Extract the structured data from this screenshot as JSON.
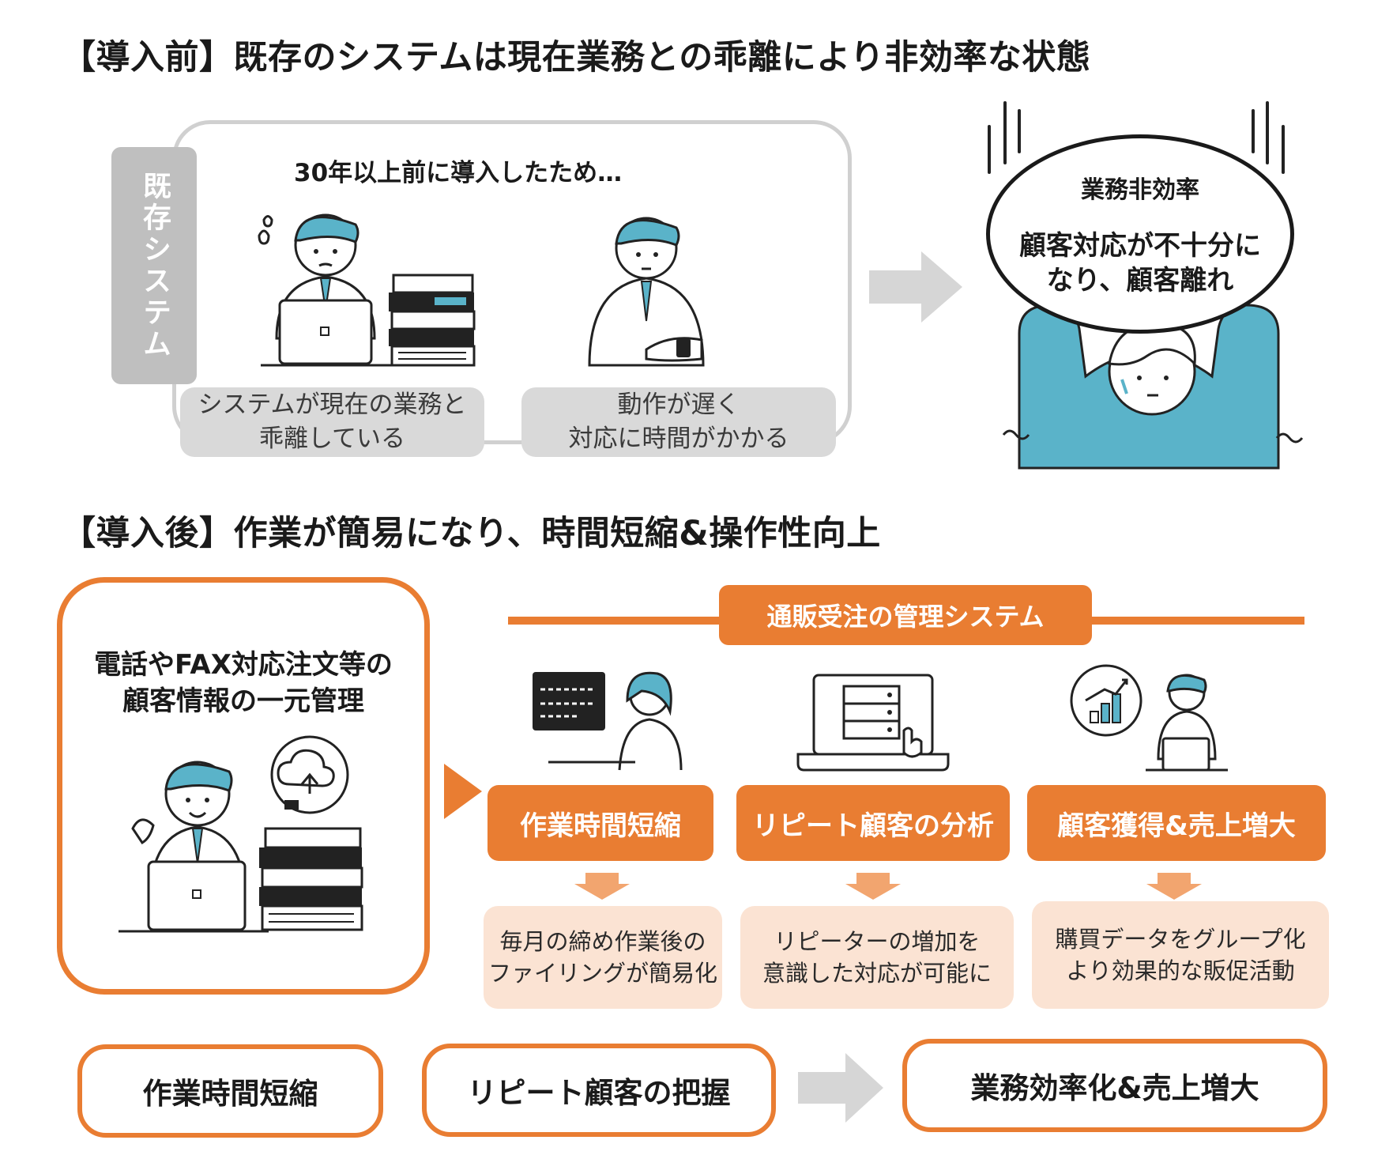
{
  "before": {
    "title": "【導入前】既存のシステムは現在業務との乖離により非効率な状態",
    "side_label": "既存システム",
    "caption": "30年以上前に導入したため…",
    "issues": [
      {
        "line1": "システムが現在の業務と",
        "line2": "乖離している"
      },
      {
        "line1": "動作が遅く",
        "line2": "対応に時間がかかる"
      }
    ],
    "result": {
      "heading": "業務非効率",
      "line1": "顧客対応が不十分に",
      "line2": "なり、顧客離れ"
    }
  },
  "after": {
    "title": "【導入後】作業が簡易になり、時間短縮&操作性向上",
    "left": {
      "line1": "電話やFAX対応注文等の",
      "line2": "顧客情報の一元管理"
    },
    "system_label": "通販受注の管理システム",
    "benefits": [
      {
        "label": "作業時間短縮",
        "desc1": "毎月の締め作業後の",
        "desc2": "ファイリングが簡易化"
      },
      {
        "label": "リピート顧客の分析",
        "desc1": "リピーターの増加を",
        "desc2": "意識した対応が可能に"
      },
      {
        "label": "顧客獲得&売上増大",
        "desc1": "購買データをグループ化",
        "desc2": "より効果的な販促活動"
      }
    ],
    "outcomes": [
      "作業時間短縮",
      "リピート顧客の把握",
      "業務効率化&売上増大"
    ]
  },
  "colors": {
    "orange": "#e97d32",
    "peach": "#fbe3d3",
    "gray": "#d9d9d9",
    "teal": "#5ab3c9",
    "arrow_gray": "#d6d6d6"
  }
}
